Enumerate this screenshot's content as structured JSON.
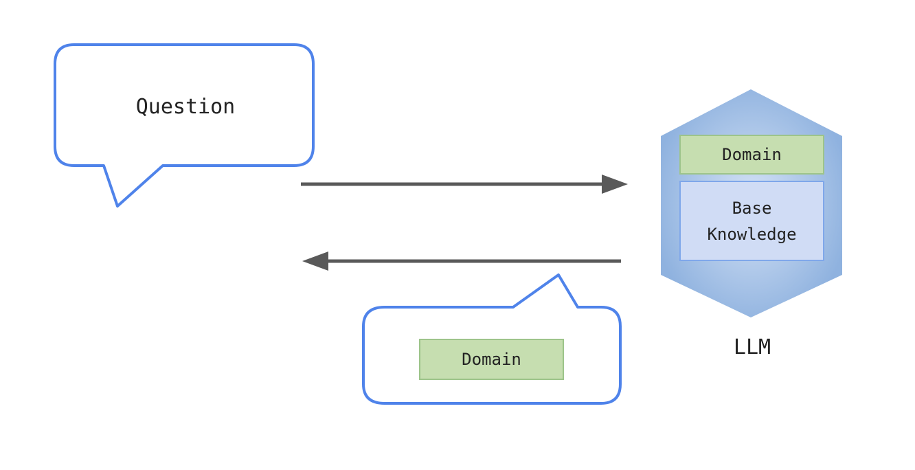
{
  "question": {
    "label": "Question"
  },
  "llm": {
    "domain_label": "Domain",
    "base_knowledge_line1": "Base",
    "base_knowledge_line2": "Knowledge",
    "label": "LLM"
  },
  "answer": {
    "domain_label": "Domain"
  },
  "colors": {
    "bubble_stroke": "#4f83ea",
    "arrow": "#595959",
    "hexagon_fill": "#a5c1e5",
    "domain_fill": "#c6deb0",
    "base_fill": "#d0dcf5"
  }
}
